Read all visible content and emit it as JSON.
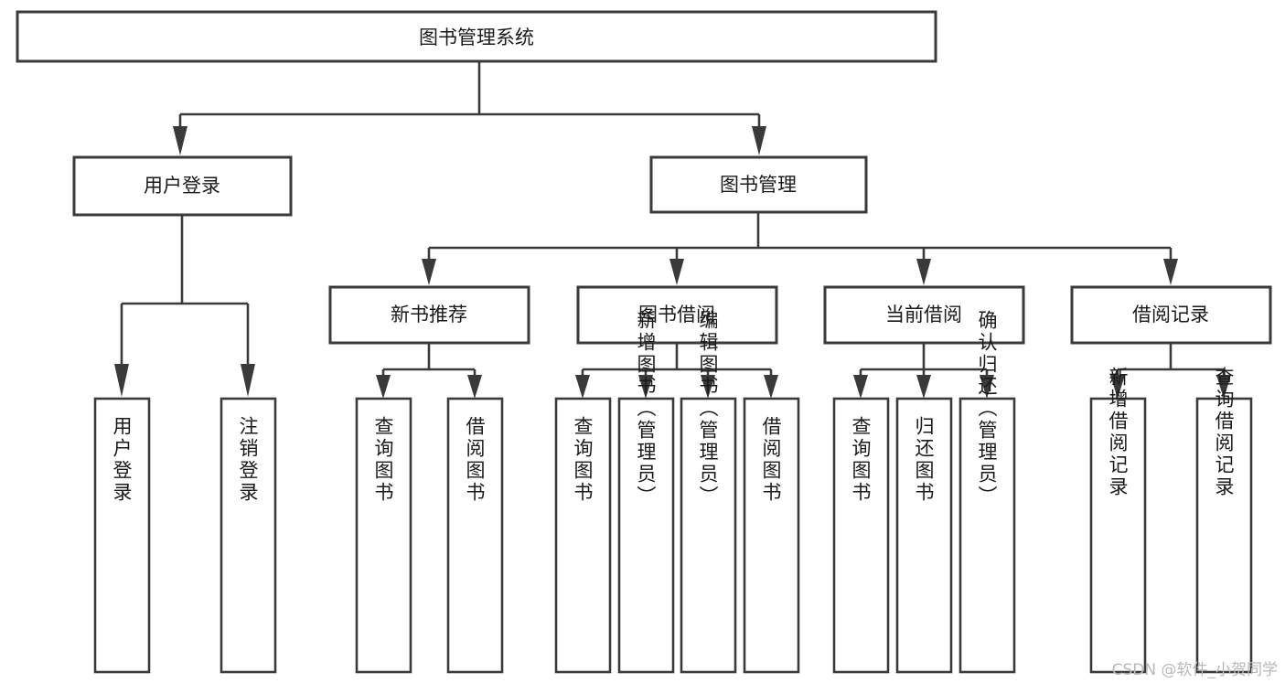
{
  "diagram": {
    "type": "tree-hierarchy",
    "title": "图书管理系统",
    "root": {
      "label": "图书管理系统"
    },
    "level2": [
      {
        "label": "用户登录"
      },
      {
        "label": "图书管理"
      }
    ],
    "level3": [
      {
        "label": "新书推荐"
      },
      {
        "label": "图书借阅"
      },
      {
        "label": "当前借阅"
      },
      {
        "label": "借阅记录"
      }
    ],
    "leaves": {
      "user_login": [
        {
          "label": "用户登录"
        },
        {
          "label": "注销登录"
        }
      ],
      "new_book_recommend": [
        {
          "label": "查询图书"
        },
        {
          "label": "借阅图书"
        }
      ],
      "book_borrow": [
        {
          "label": "查询图书"
        },
        {
          "label": "新增图书（管理员）"
        },
        {
          "label": "编辑图书（管理员）"
        },
        {
          "label": "借阅图书"
        }
      ],
      "current_borrow": [
        {
          "label": "查询图书"
        },
        {
          "label": "归还图书"
        },
        {
          "label": "确认归还（管理员）"
        }
      ],
      "borrow_records": [
        {
          "label": "新增借阅记录"
        },
        {
          "label": "查询借阅记录"
        }
      ]
    },
    "colors": {
      "stroke": "#3a3a3a",
      "fill": "#ffffff",
      "text": "#1a1a1a",
      "watermark": "#b9b9b9"
    },
    "watermark": "CSDN @软件_小贺同学"
  }
}
